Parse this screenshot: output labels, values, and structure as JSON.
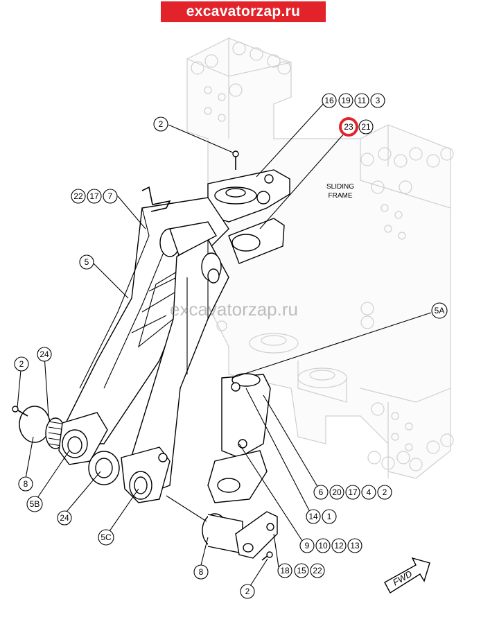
{
  "banner": {
    "text": "excavatorzap.ru",
    "color": "#e3232a"
  },
  "watermark": {
    "text": "excavatorzap.ru"
  },
  "frame_label": {
    "line1": "SLIDING",
    "line2": "FRAME"
  },
  "fwd_label": "FWD",
  "callouts": {
    "top_right": [
      "16",
      "19",
      "11",
      "3"
    ],
    "highlight": "23",
    "highlight_next": "21",
    "top_bolt": "2",
    "upper_left": [
      "22",
      "17",
      "7"
    ],
    "arm": "5",
    "left_bolt": "2",
    "left_pin": "24",
    "left_shaft": "8",
    "left_arm": "5B",
    "center_pin": "24",
    "center_arm": "5C",
    "right_5a": "5A",
    "right_row1": [
      "6",
      "20",
      "17",
      "4",
      "2"
    ],
    "right_row2": [
      "14",
      "1"
    ],
    "right_row3": [
      "9",
      "10",
      "12",
      "13"
    ],
    "bottom_row": [
      "18",
      "15",
      "22"
    ],
    "bottom_shaft": "8",
    "bottom_bolt": "2"
  },
  "highlight_color": "#e3232a"
}
